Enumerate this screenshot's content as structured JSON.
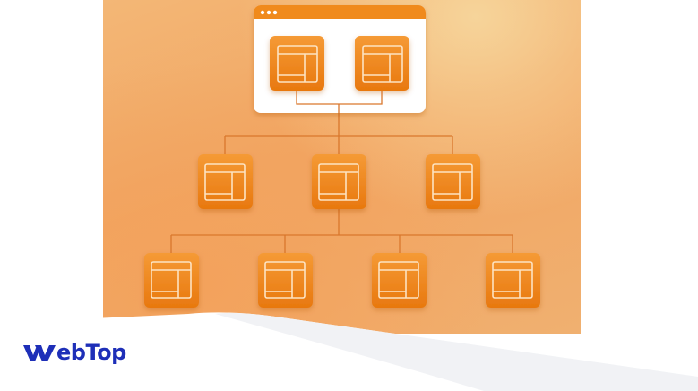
{
  "brand": {
    "name": "WebTop",
    "logo_text": "ebTop",
    "logo_mark_icon": "w-chevron-logo-icon",
    "color": "#1e2fb8"
  },
  "illustration": {
    "subject": "hierarchical-tree",
    "root": {
      "icon": "browser-window-icon",
      "children_icon": "layout-template-icon",
      "children_count": 2,
      "dots": 3
    },
    "levels": [
      {
        "node_icon": "layout-template-icon",
        "count": 3
      },
      {
        "node_icon": "layout-template-icon",
        "count": 4
      }
    ],
    "colors": {
      "background_light": "#f6d49a",
      "background": "#f2a562",
      "node": "#f08a1c",
      "node_dark": "#e2700c",
      "node_border": "#fde3c2",
      "connector": "#d9772c",
      "window_bar": "#f08a1c",
      "window_body": "#ffffff"
    }
  }
}
